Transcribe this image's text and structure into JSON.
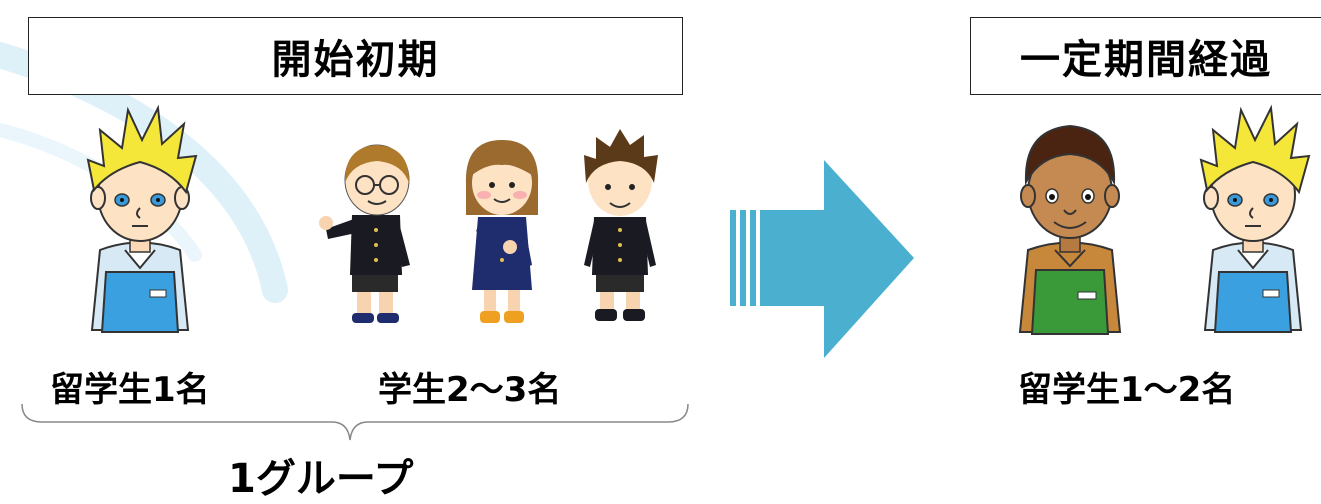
{
  "header": {
    "start_label": "開始初期",
    "later_label": "一定期間経過"
  },
  "labels": {
    "intl_student_1": "留学生1名",
    "students_2_3": "学生2～3名",
    "group": "1グループ",
    "intl_student_1_2": "留学生1～2名"
  },
  "colors": {
    "arrow": "#4bafd0",
    "decor_swoosh": "#d8eef8",
    "uniform_blue": "#3aa0e0",
    "uniform_green": "#3a9a3a",
    "school_black": "#1a1a22",
    "school_navy": "#1f2c6e",
    "hair_blonde": "#f5e63a",
    "hair_brown": "#8a5a26",
    "hair_dark": "#4a2410"
  },
  "icons": [
    "blonde-intl-student-icon",
    "student-with-glasses-icon",
    "female-student-icon",
    "male-student-icon",
    "arrow-right-icon",
    "darkskin-intl-student-icon",
    "blonde-intl-student-icon"
  ]
}
